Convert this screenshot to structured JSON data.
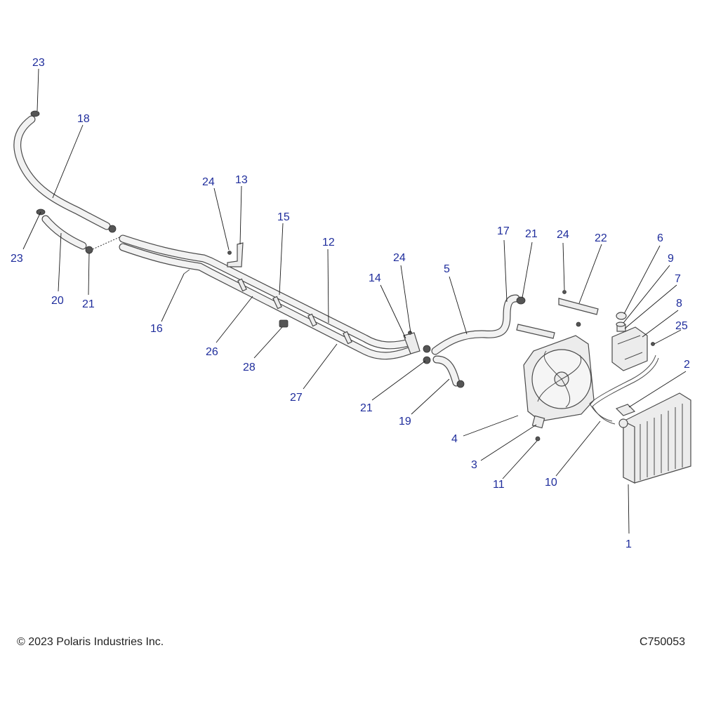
{
  "footer": {
    "copyright": "© 2023 Polaris Industries Inc.",
    "figure_id": "C750053"
  },
  "callouts": [
    {
      "id": "c23a",
      "text": "23"
    },
    {
      "id": "c18",
      "text": "18"
    },
    {
      "id": "c23b",
      "text": "23"
    },
    {
      "id": "c20",
      "text": "20"
    },
    {
      "id": "c21a",
      "text": "21"
    },
    {
      "id": "c24a",
      "text": "24"
    },
    {
      "id": "c13",
      "text": "13"
    },
    {
      "id": "c16",
      "text": "16"
    },
    {
      "id": "c15",
      "text": "15"
    },
    {
      "id": "c12",
      "text": "12"
    },
    {
      "id": "c26",
      "text": "26"
    },
    {
      "id": "c28",
      "text": "28"
    },
    {
      "id": "c27",
      "text": "27"
    },
    {
      "id": "c24b",
      "text": "24"
    },
    {
      "id": "c14",
      "text": "14"
    },
    {
      "id": "c5",
      "text": "5"
    },
    {
      "id": "c17",
      "text": "17"
    },
    {
      "id": "c21b",
      "text": "21"
    },
    {
      "id": "c24c",
      "text": "24"
    },
    {
      "id": "c22",
      "text": "22"
    },
    {
      "id": "c6",
      "text": "6"
    },
    {
      "id": "c9",
      "text": "9"
    },
    {
      "id": "c7",
      "text": "7"
    },
    {
      "id": "c8",
      "text": "8"
    },
    {
      "id": "c25",
      "text": "25"
    },
    {
      "id": "c2",
      "text": "2"
    },
    {
      "id": "c21c",
      "text": "21"
    },
    {
      "id": "c19",
      "text": "19"
    },
    {
      "id": "c4",
      "text": "4"
    },
    {
      "id": "c3",
      "text": "3"
    },
    {
      "id": "c11",
      "text": "11"
    },
    {
      "id": "c10",
      "text": "10"
    },
    {
      "id": "c1",
      "text": "1"
    }
  ]
}
